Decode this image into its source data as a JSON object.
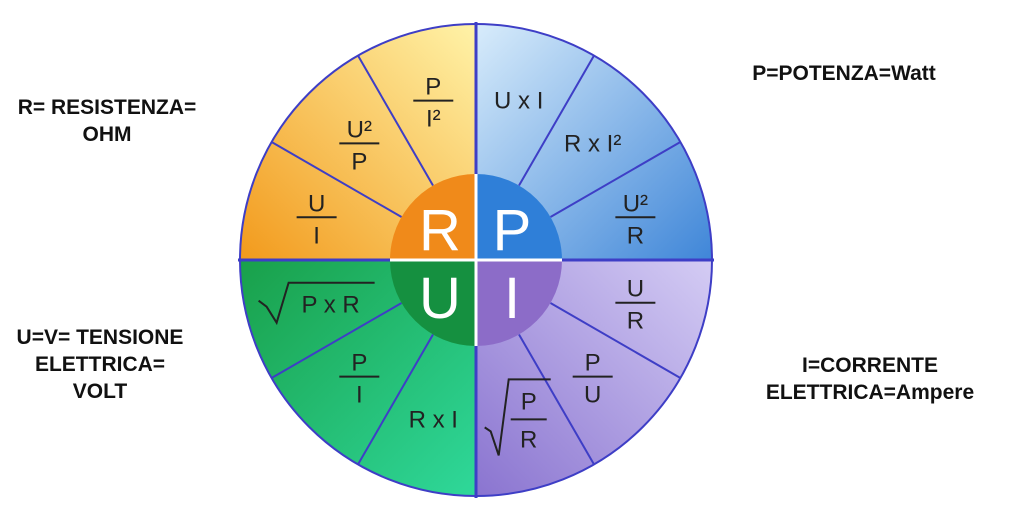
{
  "labels": {
    "resistance": [
      "R= RESISTENZA=",
      "OHM"
    ],
    "power": [
      "P=POTENZA=Watt"
    ],
    "voltage": [
      "U=V= TENSIONE",
      "ELETTRICA=",
      "VOLT"
    ],
    "current": [
      "I=CORRENTE",
      "ELETTRICA=Ampere"
    ]
  },
  "wheel": {
    "center_letters": {
      "R": "R",
      "P": "P",
      "U": "U",
      "I": "I"
    },
    "formulas": {
      "R": [
        {
          "type": "frac",
          "num": "P",
          "den": "I²"
        },
        {
          "type": "frac",
          "num": "U²",
          "den": "P"
        },
        {
          "type": "frac",
          "num": "U",
          "den": "I"
        }
      ],
      "P": [
        {
          "type": "text",
          "text": "U x I"
        },
        {
          "type": "text",
          "text": "R x I²"
        },
        {
          "type": "frac",
          "num": "U²",
          "den": "R"
        }
      ],
      "U": [
        {
          "type": "sqrt",
          "text": "P x R"
        },
        {
          "type": "frac",
          "num": "P",
          "den": "I"
        },
        {
          "type": "text",
          "text": "R x I"
        }
      ],
      "I": [
        {
          "type": "frac",
          "num": "U",
          "den": "R"
        },
        {
          "type": "frac",
          "num": "P",
          "den": "U"
        },
        {
          "type": "sqrtfrac",
          "num": "P",
          "den": "R"
        }
      ]
    },
    "colors": {
      "R_outer": "#fff3a8",
      "R_inner": "#f29a1c",
      "R_center": "#f08a1a",
      "P_outer": "#d8ecfb",
      "P_inner": "#3f86d8",
      "P_center": "#2f7fd8",
      "U_outer": "#2fd89a",
      "U_inner": "#19a04a",
      "U_center": "#159040",
      "I_outer": "#d4ccf4",
      "I_inner": "#8a74d0",
      "I_center": "#8c6cc8",
      "rim": "#3e3ec6"
    }
  }
}
